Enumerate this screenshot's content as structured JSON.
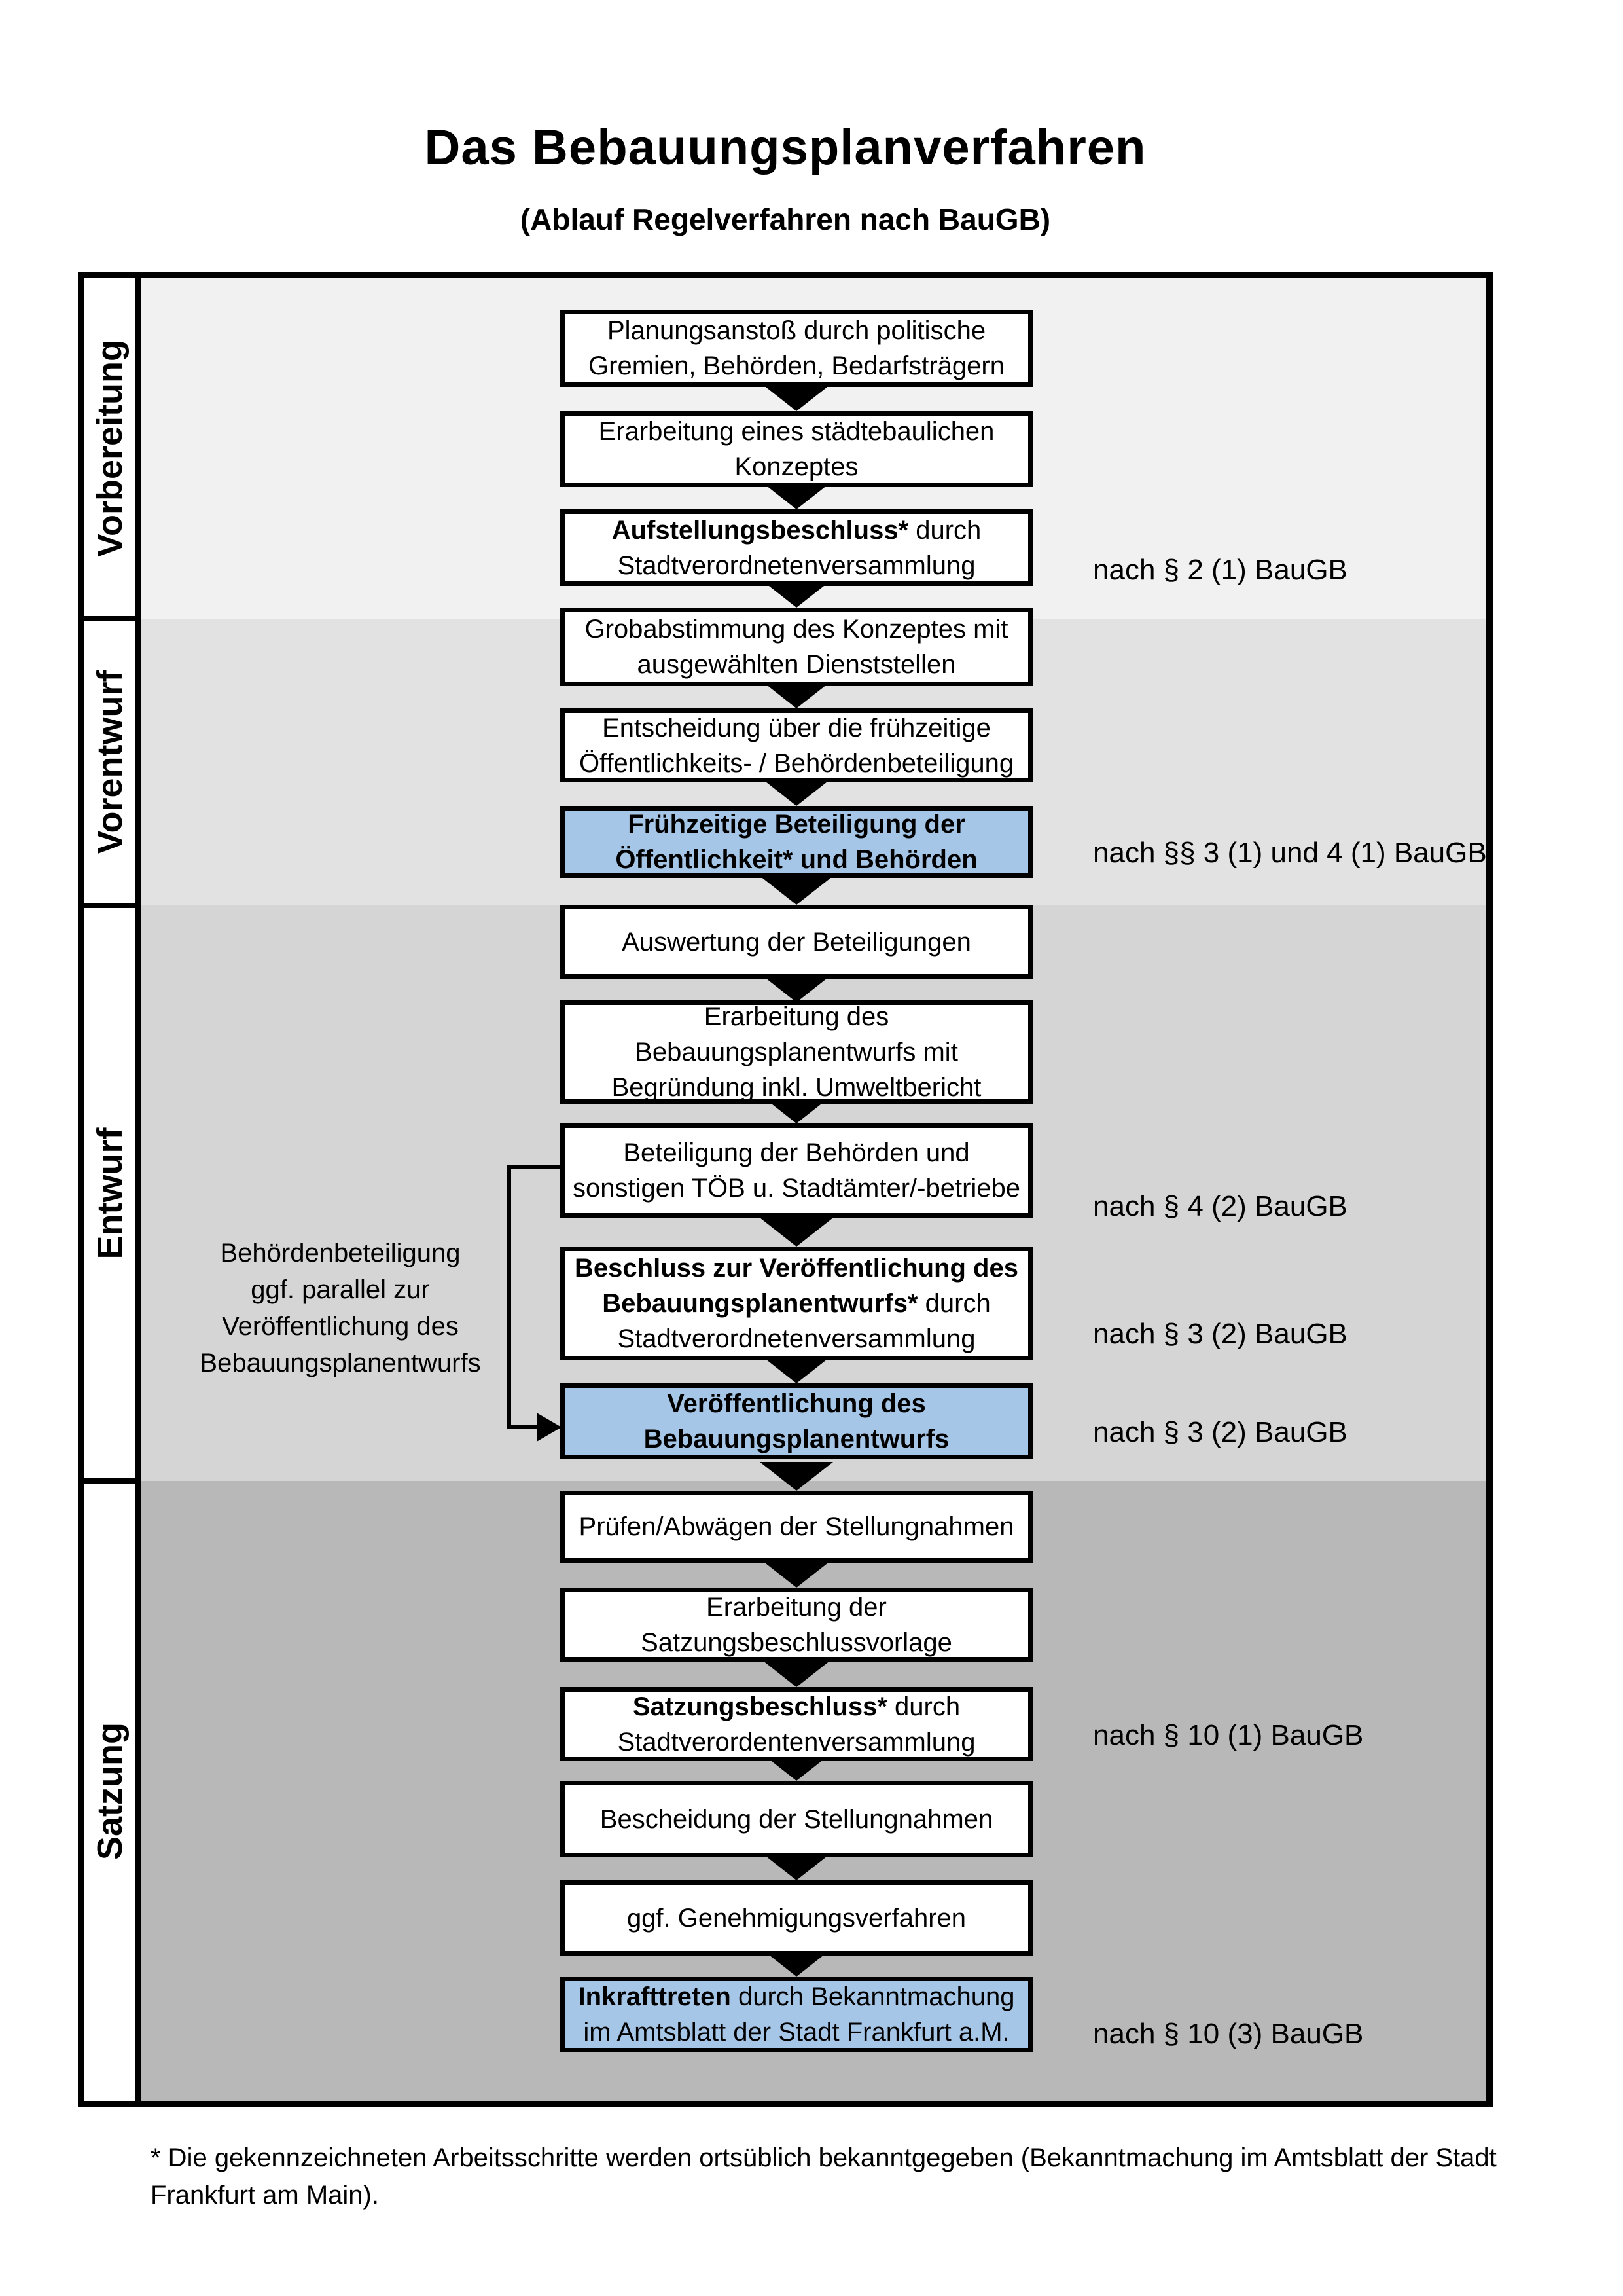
{
  "title": "Das Bebauungsplanverfahren",
  "subtitle": "(Ablauf Regelverfahren nach BauGB)",
  "phases": [
    "Vorbereitung",
    "Vorentwurf",
    "Entwurf",
    "Satzung"
  ],
  "steps": [
    {
      "name": "planungsanstoss",
      "l1": "Planungsanstoß durch politische",
      "l2": "Gremien, Behörden, Bedarfsträgern"
    },
    {
      "name": "staedtebauliches-konzept",
      "l1": "Erarbeitung eines städtebaulichen",
      "l2": "Konzeptes"
    },
    {
      "name": "aufstellungsbeschluss",
      "l1b": "Aufstellungsbeschluss*",
      "l1": " durch",
      "l2": "Stadtverordnetenversammlung"
    },
    {
      "name": "grobabstimmung",
      "l1": "Grobabstimmung des Konzeptes mit",
      "l2": "ausgewählten Dienststellen"
    },
    {
      "name": "entscheidung-beteiligung",
      "l1": "Entscheidung über die frühzeitige",
      "l2": "Öffentlichkeits- / Behördenbeteiligung"
    },
    {
      "name": "fruehzeitige-beteiligung",
      "highlighted": true,
      "l1b": "Frühzeitige Beteiligung der",
      "l2b": "Öffentlichkeit* und Behörden"
    },
    {
      "name": "auswertung",
      "l1": "Auswertung der Beteiligungen"
    },
    {
      "name": "erarbeitung-entwurf",
      "l1": "Erarbeitung des",
      "l2": "Bebauungsplanentwurfs mit",
      "l3": "Begründung inkl. Umweltbericht"
    },
    {
      "name": "beteiligung-behoerden",
      "l1": "Beteiligung der Behörden und",
      "l2": "sonstigen TÖB u. Stadtämter/-betriebe"
    },
    {
      "name": "beschluss-veroeffentlichung",
      "l1b": "Beschluss zur Veröffentlichung des",
      "l2b": "Bebauungsplanentwurfs*",
      "l2": " durch",
      "l3": "Stadtverordnetenversammlung"
    },
    {
      "name": "veroeffentlichung-entwurf",
      "highlighted": true,
      "l1b": "Veröffentlichung des",
      "l2b": "Bebauungsplanentwurfs"
    },
    {
      "name": "pruefen-abwaegen",
      "l1": "Prüfen/Abwägen der Stellungnahmen"
    },
    {
      "name": "satzungsbeschlussvorlage",
      "l1": "Erarbeitung der",
      "l2": "Satzungsbeschlussvorlage"
    },
    {
      "name": "satzungsbeschluss",
      "l1b": "Satzungsbeschluss*",
      "l1": " durch",
      "l2": "Stadtverordentenversammlung"
    },
    {
      "name": "bescheidung",
      "l1": "Bescheidung der Stellungnahmen"
    },
    {
      "name": "genehmigungsverfahren",
      "l1": "ggf. Genehmigungsverfahren"
    },
    {
      "name": "inkrafttreten",
      "highlighted": true,
      "l1b": "Inkrafttreten",
      "l1": " durch Bekanntmachung",
      "l2": "im Amtsblatt der Stadt Frankfurt a.M."
    }
  ],
  "references": [
    "nach § 2 (1) BauGB",
    "nach §§ 3 (1) und 4 (1) BauGB",
    "nach § 4 (2) BauGB",
    "nach § 3 (2) BauGB",
    "nach § 3 (2) BauGB",
    "nach § 10 (1) BauGB",
    "nach § 10 (3) BauGB"
  ],
  "annotation": {
    "line1": "Behördenbeteiligung",
    "line2": "ggf. parallel zur",
    "line3": "Veröffentlichung des",
    "line4": "Bebauungsplanentwurfs"
  },
  "footnote": {
    "line1": "* Die gekennzeichneten Arbeitsschritte werden ortsüblich bekanntgegeben (Bekanntmachung im Amtsblatt  der Stadt",
    "line2": "Frankfurt am Main)."
  },
  "colors": {
    "highlight_blue": "#a6c6e7",
    "band_vorbereitung": "#f1f1f1",
    "band_vorentwurf": "#e2e2e2",
    "band_entwurf": "#d5d5d5",
    "band_satzung": "#b8b8b8",
    "line_black": "#000000"
  }
}
